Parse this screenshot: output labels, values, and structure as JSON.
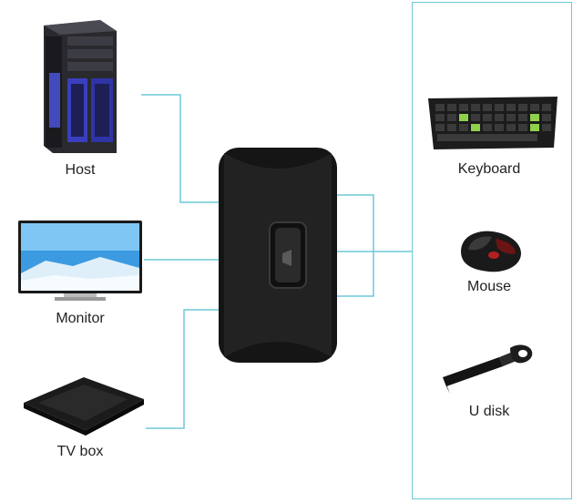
{
  "devices": {
    "host": "Host",
    "monitor": "Monitor",
    "tv_box": "TV box",
    "keyboard": "Keyboard",
    "mouse": "Mouse",
    "u_disk": "U disk"
  },
  "colors": {
    "connector_line": "#6ec9da",
    "switch_body": "#1b1b1b",
    "monitor_screen": "#3b9ae0"
  },
  "icons": [
    "host-tower-icon",
    "monitor-icon",
    "tv-box-icon",
    "switch-box-icon",
    "keyboard-icon",
    "mouse-icon",
    "usb-drive-icon"
  ]
}
